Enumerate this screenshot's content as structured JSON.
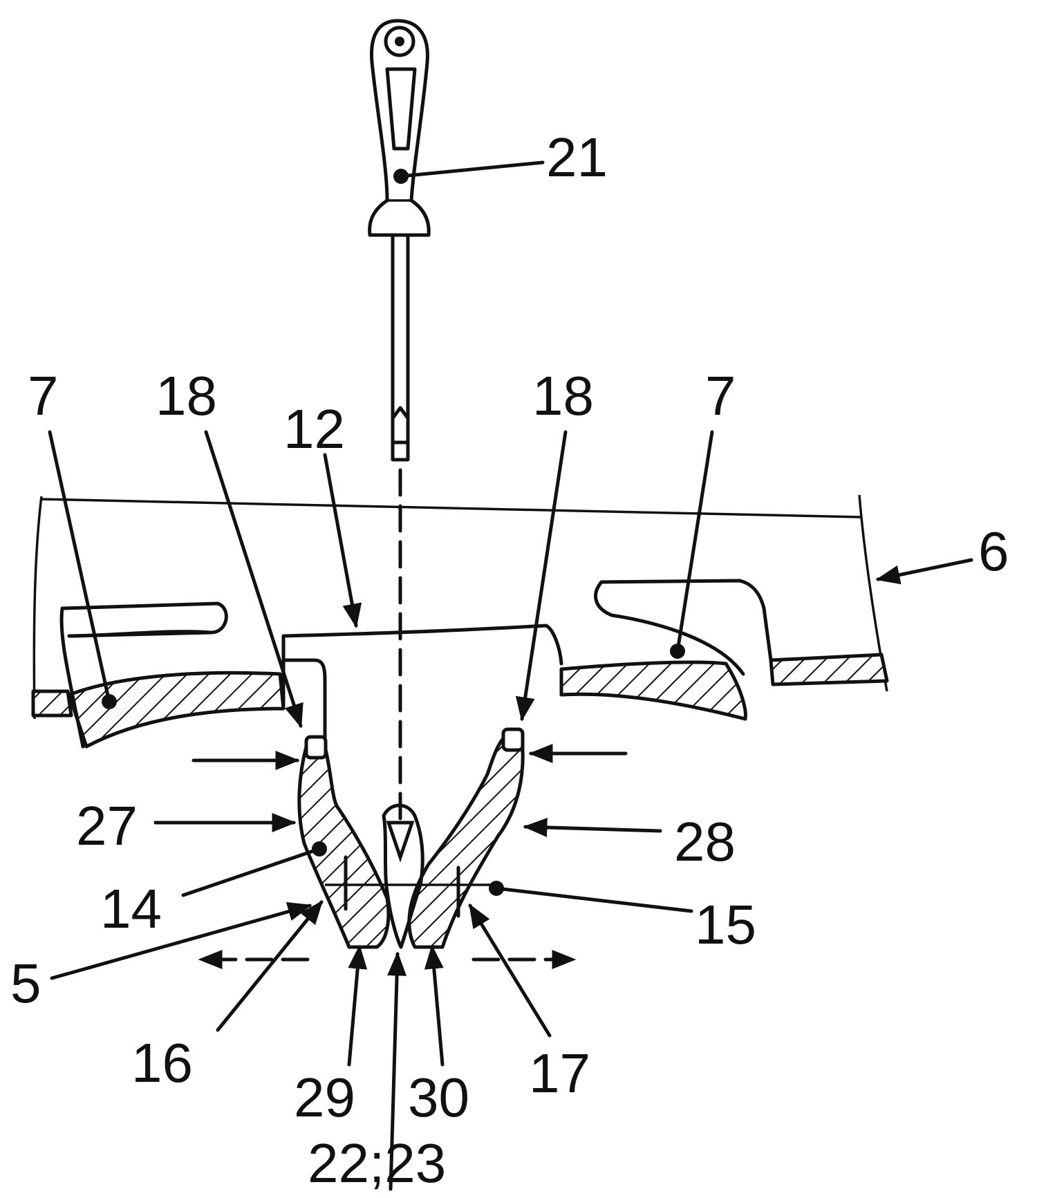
{
  "labels": {
    "l21": "21",
    "l7_left": "7",
    "l18_left": "18",
    "l12": "12",
    "l18_right": "18",
    "l7_right": "7",
    "l6": "6",
    "l27": "27",
    "l28": "28",
    "l14": "14",
    "l15": "15",
    "l5": "5",
    "l16": "16",
    "l17": "17",
    "l29": "29",
    "l30": "30",
    "l22_23": "22;23"
  },
  "colors": {
    "ink": "#111111",
    "background": "#ffffff"
  }
}
